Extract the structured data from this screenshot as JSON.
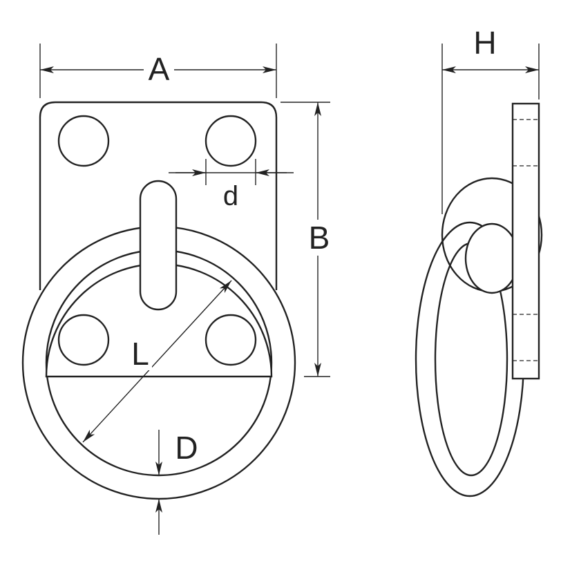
{
  "labels": {
    "A": "A",
    "B": "B",
    "d": "d",
    "L": "L",
    "D": "D",
    "H": "H"
  },
  "colors": {
    "line": "#222222",
    "fill": "#ffffff"
  }
}
